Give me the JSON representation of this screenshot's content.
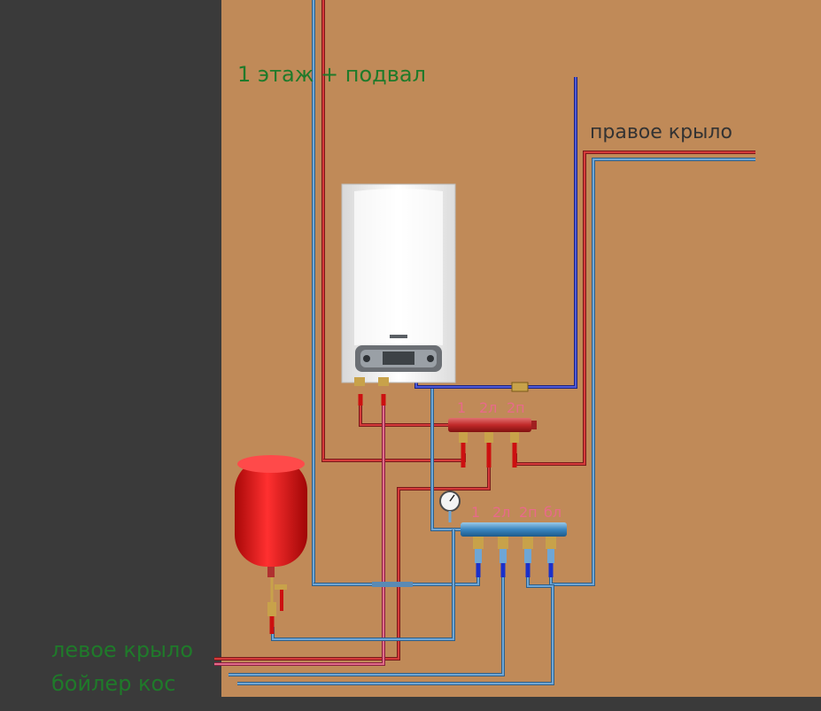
{
  "labels": {
    "floor1_basement": "1 этаж + подвал",
    "right_wing": "правое крыло",
    "left_wing": "левое крыло",
    "boiler_kos": "бойлер кос"
  },
  "supply_manifold": {
    "ports": [
      "1",
      "2л",
      "2п"
    ]
  },
  "return_manifold": {
    "ports": [
      "1",
      "2л",
      "2п",
      "бл"
    ]
  },
  "colors": {
    "page_background": "#3a3a3a",
    "wall": "#c08a58",
    "supply_pipe": "#c0302f",
    "supply_pipe_pink": "#d0506e",
    "return_pipe": "#4f8fc4",
    "return_pipe_dark": "#3a47b5",
    "expansion_tank": "#e01818",
    "boiler_body": "#f2f2f2",
    "label_green": "#1f7a2a",
    "label_dark": "#333333",
    "label_pink": "#e86a8a"
  },
  "icons": [
    "boiler-unit",
    "expansion-tank",
    "pressure-gauge",
    "pipe-valve"
  ]
}
